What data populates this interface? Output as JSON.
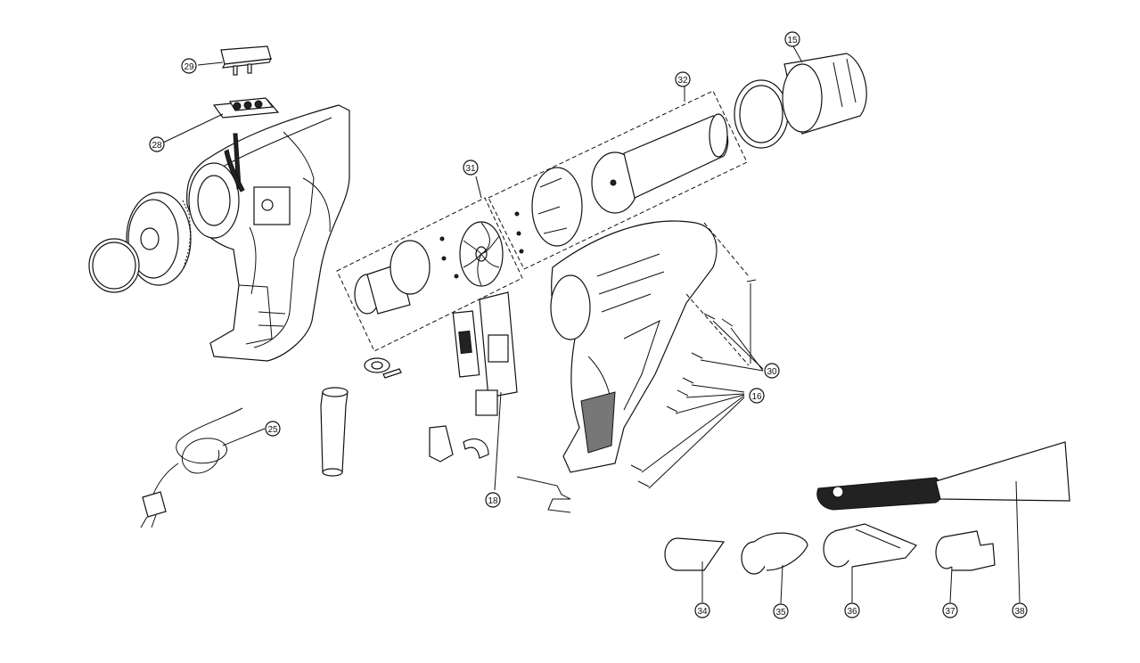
{
  "diagram": {
    "callouts": [
      {
        "id": "c29",
        "label": "29"
      },
      {
        "id": "c28",
        "label": "28"
      },
      {
        "id": "c25",
        "label": "25"
      },
      {
        "id": "c31",
        "label": "31"
      },
      {
        "id": "c32",
        "label": "32"
      },
      {
        "id": "c15",
        "label": "15"
      },
      {
        "id": "c30",
        "label": "30"
      },
      {
        "id": "c16",
        "label": "16"
      },
      {
        "id": "c18",
        "label": "18"
      },
      {
        "id": "c34",
        "label": "34"
      },
      {
        "id": "c35",
        "label": "35"
      },
      {
        "id": "c36",
        "label": "36"
      },
      {
        "id": "c37",
        "label": "37"
      },
      {
        "id": "c38",
        "label": "38"
      }
    ]
  }
}
